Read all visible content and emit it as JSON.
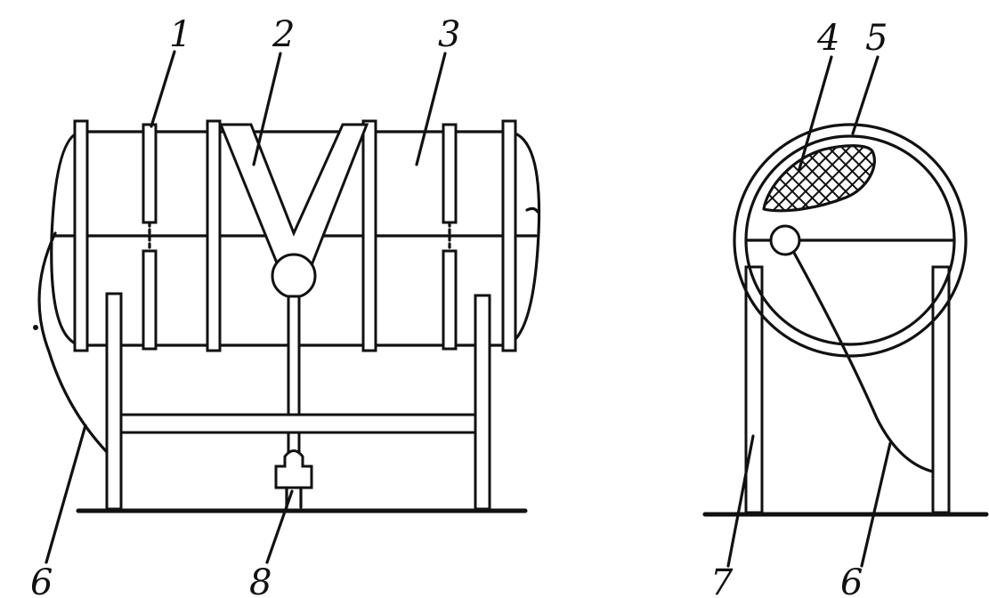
{
  "labels": {
    "l1": "1",
    "l2": "2",
    "l3": "3",
    "l4": "4",
    "l5": "5",
    "l6_left": "6",
    "l6_right": "6",
    "l7": "7",
    "l8": "8"
  },
  "colors": {
    "ink": "#111111",
    "background": "#ffffff"
  }
}
